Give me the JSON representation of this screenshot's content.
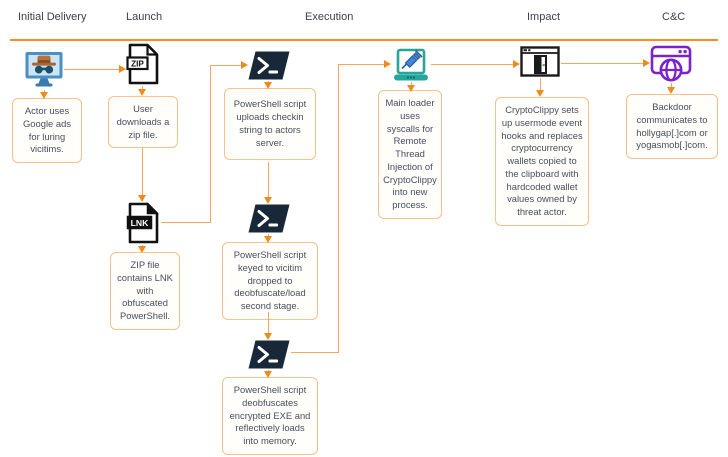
{
  "header": {
    "stages": [
      {
        "label": "Initial Delivery"
      },
      {
        "label": "Launch"
      },
      {
        "label": "Execution"
      },
      {
        "label": "Impact"
      },
      {
        "label": "C&C"
      }
    ]
  },
  "icon_labels": {
    "zip": "ZIP",
    "lnk": "LNK"
  },
  "nodes": [
    {
      "id": "actor-google-ads",
      "text": "Actor uses Google ads for luring vicitims."
    },
    {
      "id": "user-downloads-zip",
      "text": "User downloads a zip file."
    },
    {
      "id": "zip-contains-lnk",
      "text": "ZIP file contains LNK with obfuscated PowerShell."
    },
    {
      "id": "ps-uploads-checkin",
      "text": "PowerShell script uploads checkin string to actors server."
    },
    {
      "id": "ps-keyed-to-victim",
      "text": "PowerShell script keyed to vicitim dropped to deobfuscate/load second stage."
    },
    {
      "id": "ps-deobfuscates-exe",
      "text": "PowerShell script deobfuscates encrypted EXE and reflectively loads into memory."
    },
    {
      "id": "main-loader-syscalls",
      "text": "Main loader uses syscalls for Remote Thread Injection of CryptoClippy into new process."
    },
    {
      "id": "cryptoclippy-hooks",
      "text": "CryptoClippy sets up usermode event hooks and replaces cryptocurrency wallets copied to the clipboard with hardcoded wallet values owned by threat actor."
    },
    {
      "id": "backdoor-communicates",
      "text": "Backdoor communicates to hollygap[.]com or yogasmob[.]com."
    }
  ],
  "icons": [
    "hacker-monitor-icon",
    "zip-file-icon",
    "lnk-file-icon",
    "powershell-icon-1",
    "powershell-icon-2",
    "powershell-icon-3",
    "laptop-injection-icon",
    "backdoor-window-icon",
    "c2-globe-browser-icon"
  ],
  "colors": {
    "accent_orange": "#f98e20",
    "connector_orange": "#f6a55f",
    "box_border": "#f8c08a",
    "powershell_navy": "#182838",
    "laptop_teal": "#26a69a",
    "c2_purple": "#7a23c9",
    "monitor_blue": "#4a90c2"
  }
}
